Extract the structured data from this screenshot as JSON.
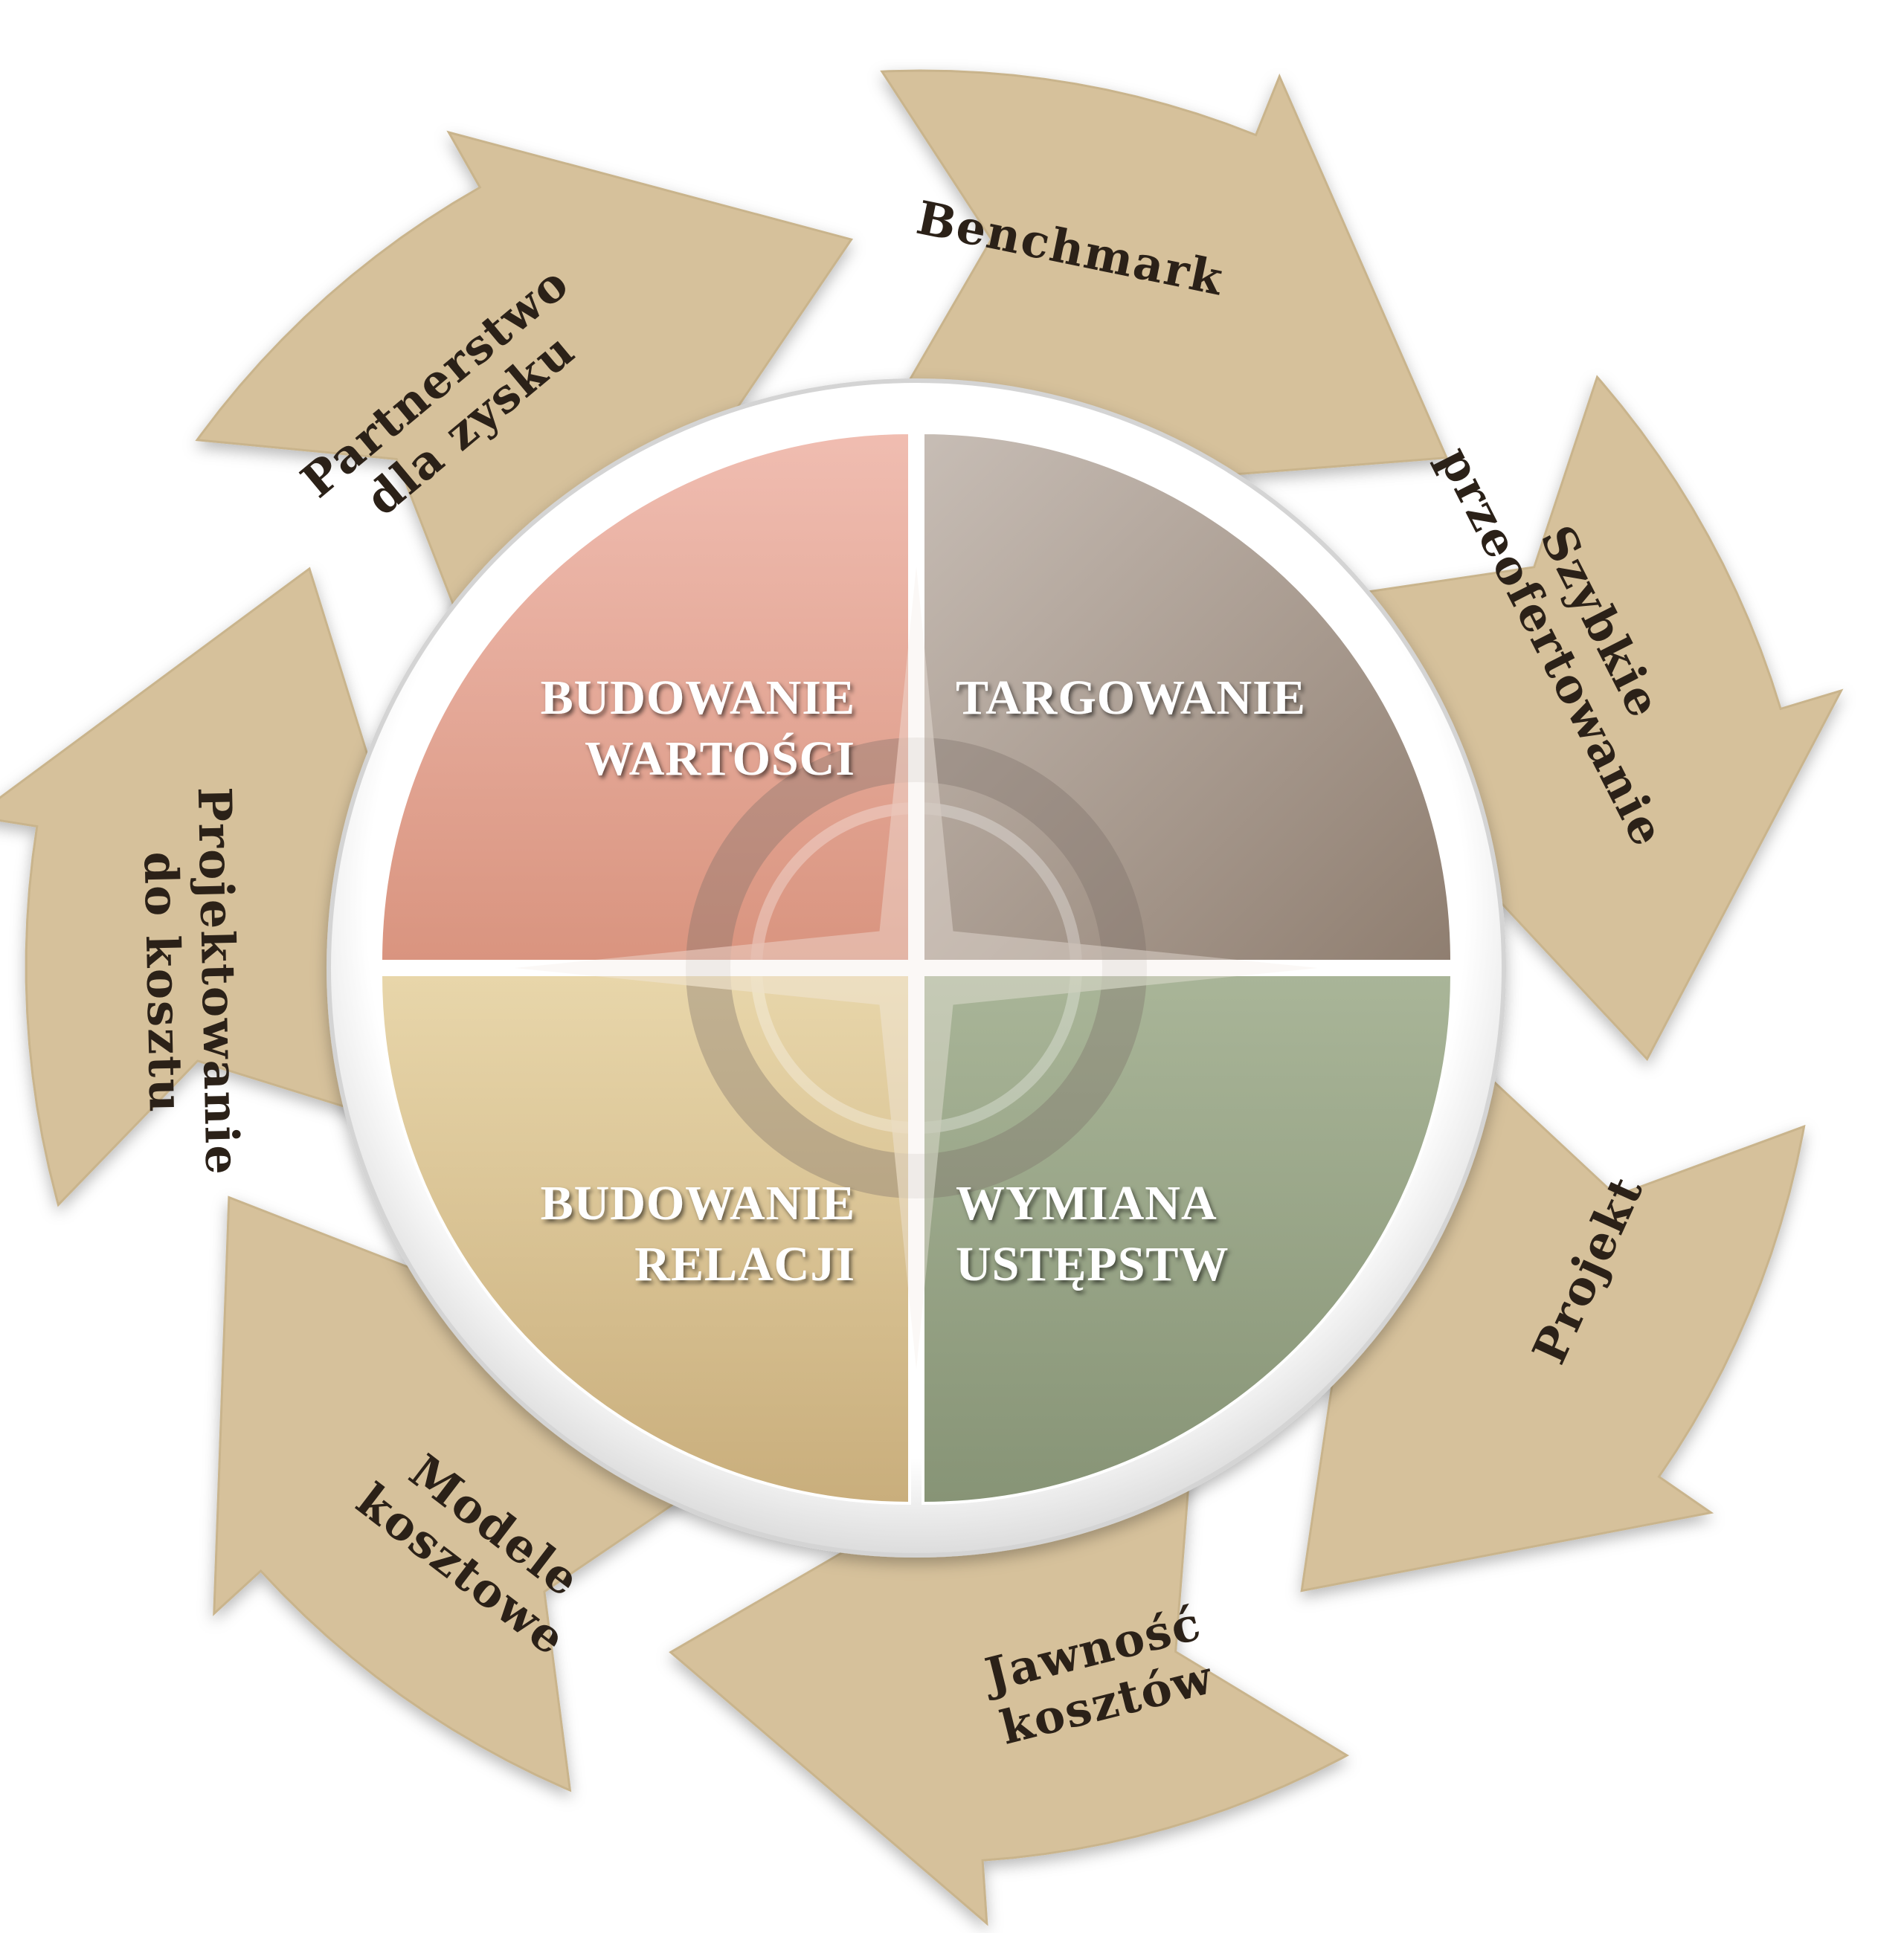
{
  "colors": {
    "arrow_fill": "#d6c19b",
    "arrow_stroke": "#c9b48c",
    "ring": "#ececec",
    "quadrant_top_left": "#e3a08f",
    "quadrant_top_right": "#a49487",
    "quadrant_bottom_left": "#d9c295",
    "quadrant_bottom_right": "#93a084",
    "segment_text": "#2b2118",
    "quadrant_text": "#ffffff"
  },
  "cycle_segments": [
    {
      "name": "segment-partnerstwo",
      "lines": [
        "Partnerstwo",
        "dla zysku"
      ]
    },
    {
      "name": "segment-benchmark",
      "lines": [
        "Benchmark"
      ]
    },
    {
      "name": "segment-szybkie-przeofertowanie",
      "lines": [
        "Szybkie",
        "przeofertowanie"
      ]
    },
    {
      "name": "segment-projekt",
      "lines": [
        "Projekt"
      ]
    },
    {
      "name": "segment-jawnosc-kosztow",
      "lines": [
        "Jawność",
        "kosztów"
      ]
    },
    {
      "name": "segment-modele-kosztowe",
      "lines": [
        "Modele",
        "kosztowe"
      ]
    },
    {
      "name": "segment-projektowanie-do-kosztu",
      "lines": [
        "Projektowanie",
        "do kosztu"
      ]
    }
  ],
  "quadrants": {
    "top_left": [
      "BUDOWANIE",
      "WARTOŚCI"
    ],
    "top_right": [
      "TARGOWANIE"
    ],
    "bottom_left": [
      "BUDOWANIE",
      "RELACJI"
    ],
    "bottom_right": [
      "WYMIANA",
      "USTĘPSTW"
    ]
  },
  "center_icon": "compass-rose-icon"
}
